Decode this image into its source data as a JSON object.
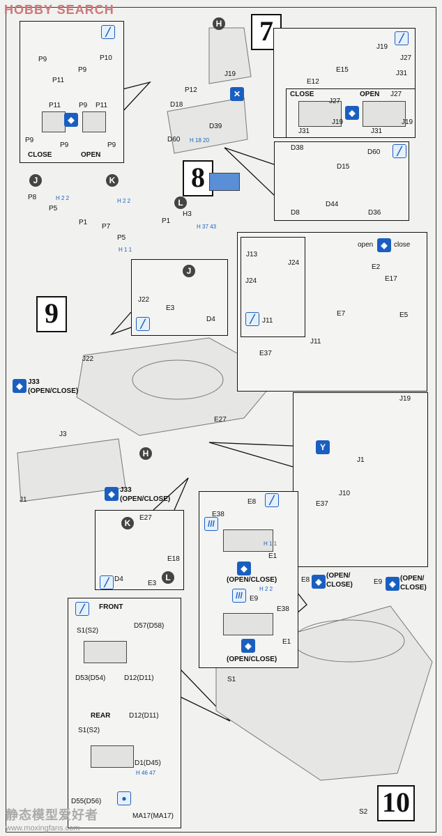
{
  "watermarks": {
    "top": "HOBBY SEARCH",
    "bottom_cn": "静态模型爱好者",
    "bottom_url": "www.moxingfans.com"
  },
  "steps": [
    "7",
    "8",
    "9",
    "10"
  ],
  "circle_markers": [
    "H",
    "J",
    "K",
    "L",
    "J",
    "H",
    "K",
    "L"
  ],
  "icons": [
    "glue-icon",
    "open-close-icon",
    "paint-icon",
    "decal-icon",
    "drop-icon"
  ],
  "labels": {
    "p1": [
      "P9",
      "P10",
      "P9",
      "P11",
      "P11",
      "P9",
      "P11",
      "P9",
      "P9",
      "P9",
      "CLOSE",
      "OPEN"
    ],
    "s7": [
      "J19",
      "P12",
      "D18",
      "D39",
      "D60",
      "H 18 20"
    ],
    "p2": [
      "J19",
      "J27",
      "E15",
      "E12",
      "J31",
      "CLOSE",
      "J27",
      "OPEN",
      "J27",
      "J31",
      "J19",
      "J31",
      "J19"
    ],
    "p3": [
      "D38",
      "D60",
      "D15",
      "D44",
      "D8",
      "D36"
    ],
    "s8": [
      "P8",
      "H 2 2",
      "P5",
      "P1",
      "P7",
      "H 2 2",
      "P5",
      "P1",
      "H 1 1",
      "H3",
      "H 37 43"
    ],
    "p4": [
      "J22",
      "E3",
      "D4"
    ],
    "p5": [
      "J13",
      "J24",
      "J24",
      "J11",
      "open",
      "close",
      "E2",
      "E17",
      "E7",
      "E5",
      "J11",
      "E37"
    ],
    "s9": [
      "J22",
      "J33",
      "(OPEN/CLOSE)",
      "J3",
      "J1",
      "E27",
      "J33",
      "(OPEN/CLOSE)"
    ],
    "p6": [
      "J19",
      "J1",
      "J10",
      "E37"
    ],
    "p7": [
      "E27",
      "E18",
      "D4",
      "E3"
    ],
    "p8": [
      "E38",
      "E8",
      "H 1 1",
      "E1",
      "(OPEN/CLOSE)",
      "H 2 2",
      "E9",
      "E38",
      "E1",
      "(OPEN/CLOSE)"
    ],
    "s10": [
      "E8",
      "(OPEN/",
      "CLOSE)",
      "E9",
      "(OPEN/",
      "CLOSE)",
      "S1",
      "S2"
    ],
    "p9": [
      "FRONT",
      "S1(S2)",
      "D57(D58)",
      "D53(D54)",
      "D12(D11)",
      "REAR",
      "D12(D11)",
      "S1(S2)",
      "D1(D45)",
      "H 46 47",
      "D55(D56)",
      "MA17(MA17)"
    ]
  },
  "colors": {
    "accent": "#1a5fc0",
    "line": "#111111",
    "paper": "#f1f1ef"
  }
}
